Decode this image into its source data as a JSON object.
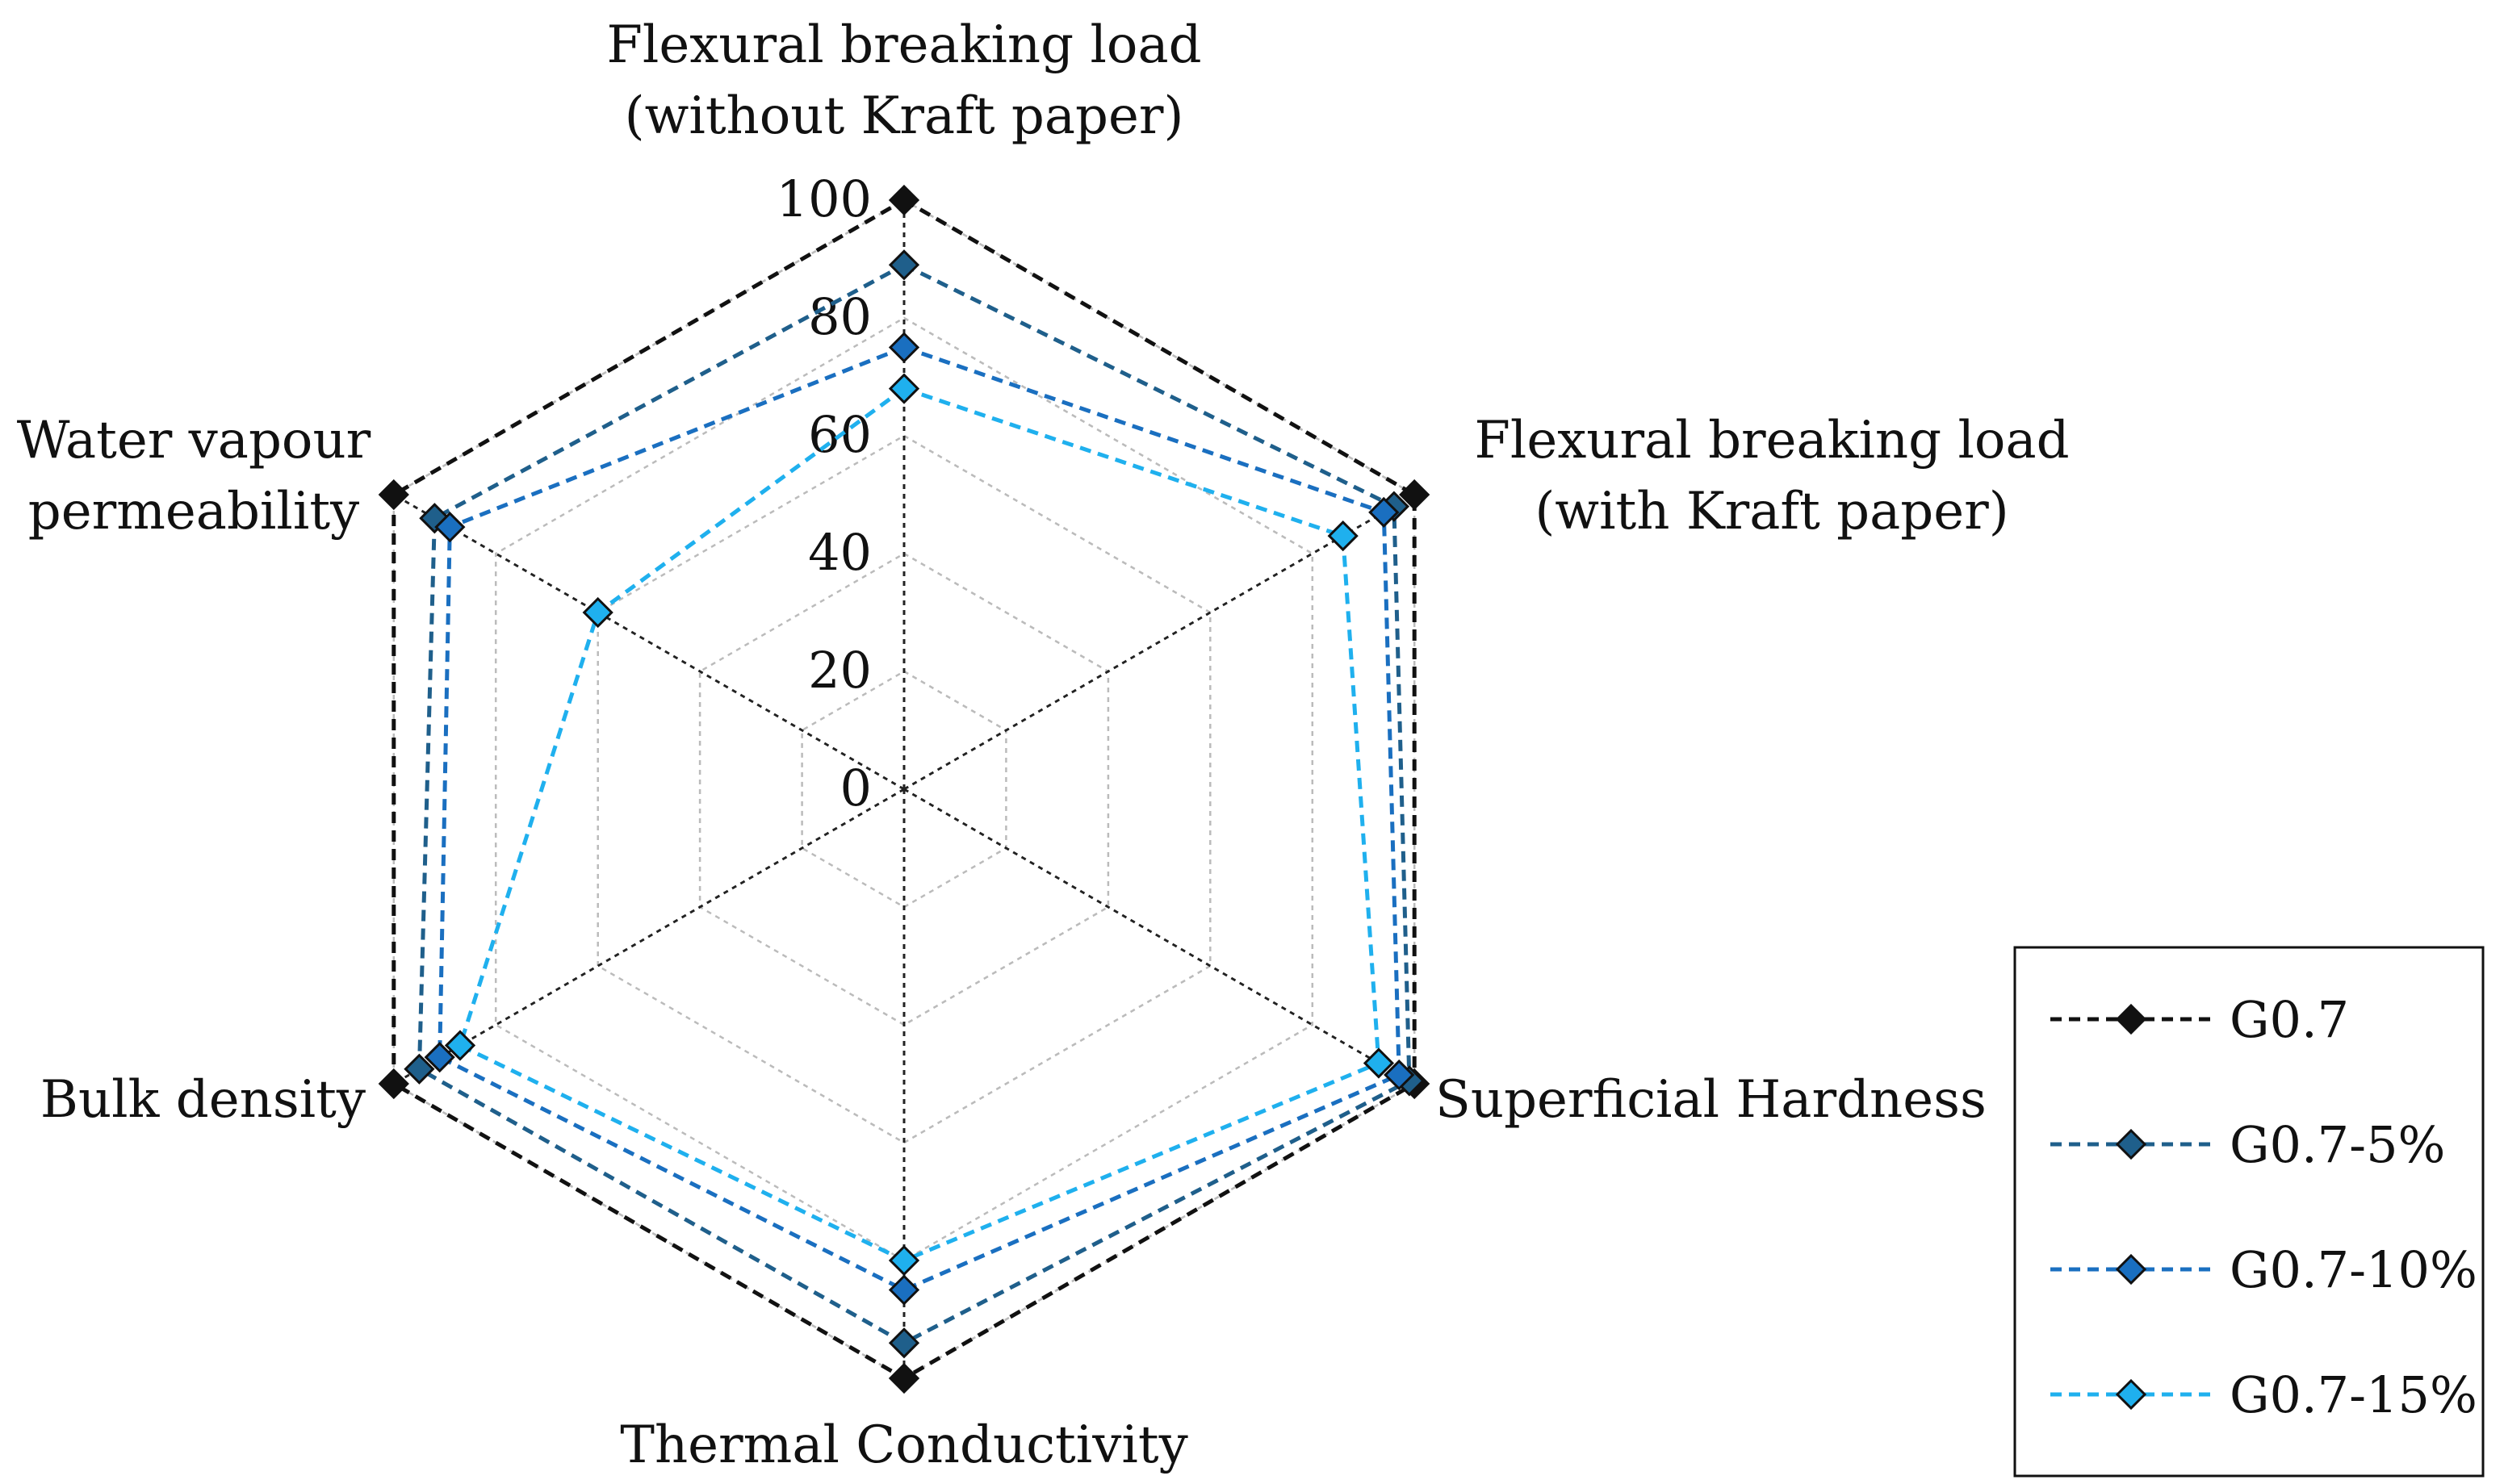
{
  "chart_data": {
    "type": "radar",
    "axes": [
      "Flexural breaking load\n(without Kraft paper)",
      "Flexural breaking load\n(with Kraft paper)",
      "Superficial Hardness",
      "Thermal Conductivity",
      "Bulk density",
      "Water vapour\npermeability"
    ],
    "radial_ticks": [
      "0",
      "20",
      "40",
      "60",
      "80",
      "100"
    ],
    "rlim": [
      0,
      100
    ],
    "grid": true,
    "series": [
      {
        "name": "G0.7",
        "values": [
          100,
          100,
          100,
          100,
          100,
          100
        ],
        "color": "#111111"
      },
      {
        "name": "G0.7-5%",
        "values": [
          89,
          96,
          99,
          94,
          95,
          92
        ],
        "color": "#1f5f8b"
      },
      {
        "name": "G0.7-10%",
        "values": [
          75,
          94,
          97,
          85,
          91,
          89
        ],
        "color": "#1a6fc0"
      },
      {
        "name": "G0.7-15%",
        "values": [
          68,
          86,
          93,
          80,
          87,
          60
        ],
        "color": "#1fb0ee"
      }
    ],
    "legend_position": "bottom-right"
  }
}
